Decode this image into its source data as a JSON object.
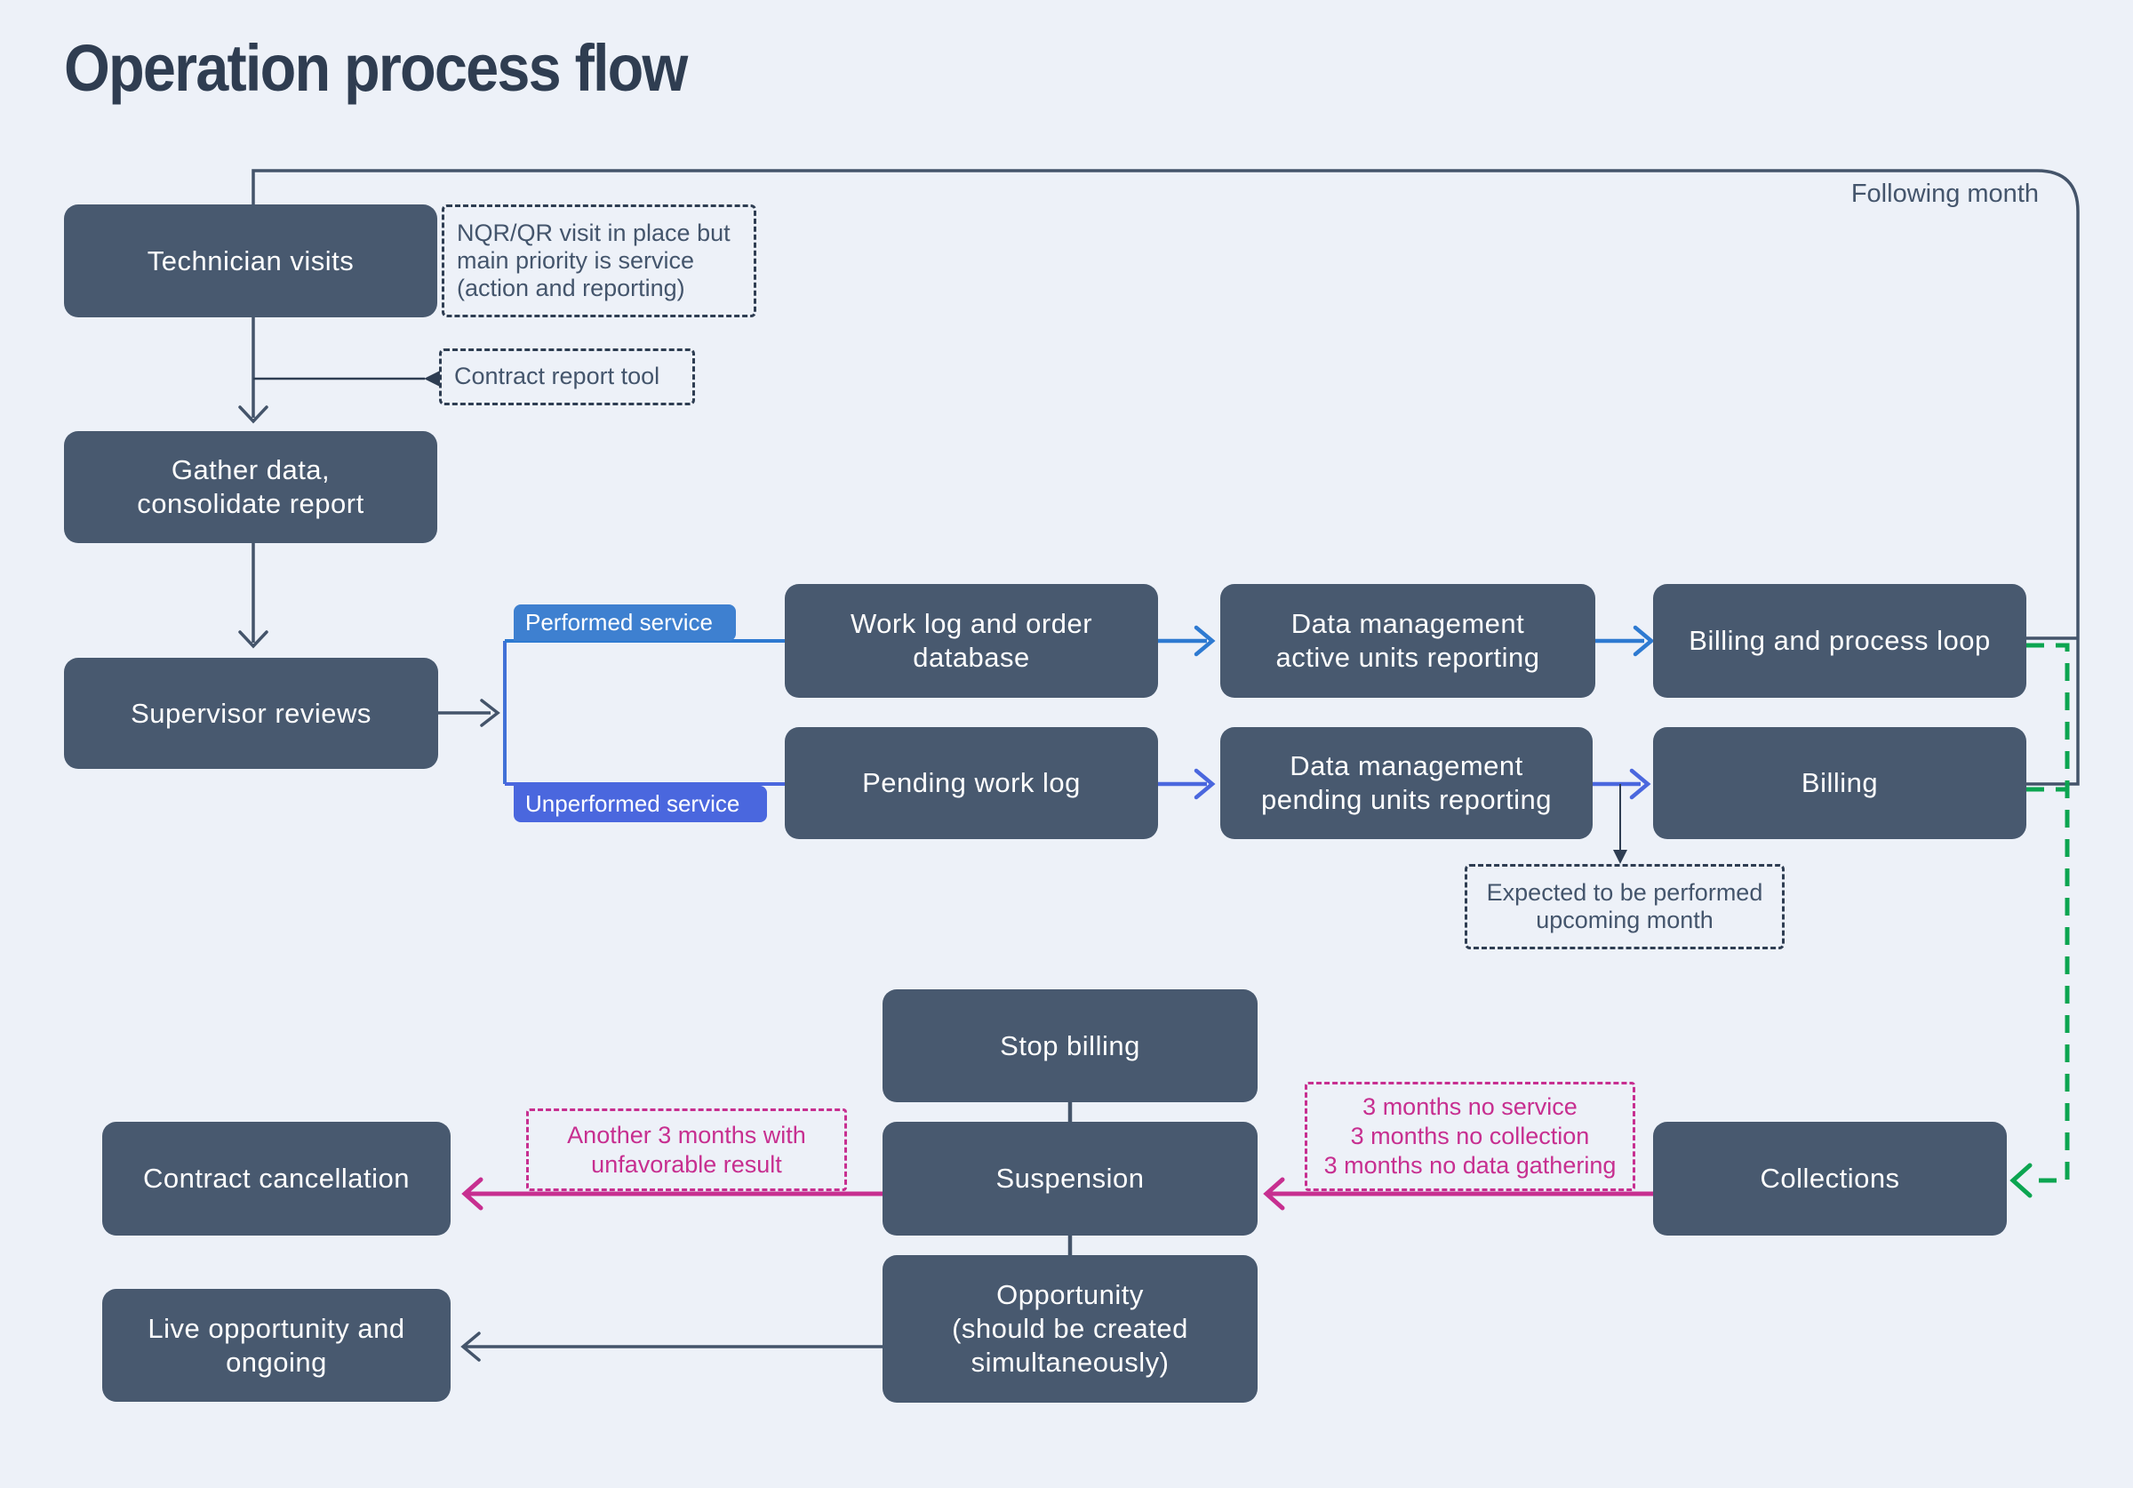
{
  "title": "Operation process flow",
  "container": {
    "label": "Following month"
  },
  "boxes": {
    "technician_visits": {
      "label": "Technician visits"
    },
    "gather_data": {
      "label": "Gather data,\nconsolidate report"
    },
    "supervisor_reviews": {
      "label": "Supervisor reviews"
    },
    "work_log": {
      "label": "Work log and order\ndatabase"
    },
    "dm_active": {
      "label": "Data management\nactive units reporting"
    },
    "billing_loop": {
      "label": "Billing and process loop"
    },
    "pending_work_log": {
      "label": "Pending work log"
    },
    "dm_pending": {
      "label": "Data management\npending units reporting"
    },
    "billing": {
      "label": "Billing"
    },
    "stop_billing": {
      "label": "Stop billing"
    },
    "suspension": {
      "label": "Suspension"
    },
    "opportunity": {
      "label": "Opportunity\n(should be created\nsimultaneously)"
    },
    "contract_cancellation": {
      "label": "Contract cancellation"
    },
    "live_opportunity": {
      "label": "Live opportunity and\nongoing"
    },
    "collections": {
      "label": "Collections"
    }
  },
  "annotations": {
    "nqr": {
      "label": "NQR/QR visit in place but\nmain priority is service\n(action and reporting)"
    },
    "contract_report_tool": {
      "label": "Contract report tool"
    },
    "expected": {
      "label": "Expected to be performed\nupcoming month"
    },
    "another_3_months": {
      "label": "Another 3 months with\nunfavorable result"
    },
    "three_months": {
      "label": "3 months no service\n3 months no collection\n3 months no data gathering"
    }
  },
  "branch_labels": {
    "performed": "Performed service",
    "unperformed": "Unperformed service"
  },
  "colors": {
    "bg": "#edf1f8",
    "node": "#48596f",
    "node-text": "#ffffff",
    "line": "#44546a",
    "dashed": "#2e3d52",
    "blueA": "#2e7ad1",
    "blueMid": "#4171d7",
    "blueB": "#4a67de",
    "pink": "#c72f90",
    "green": "#0ca551",
    "title": "#2f3d51",
    "note": "#44556c"
  }
}
